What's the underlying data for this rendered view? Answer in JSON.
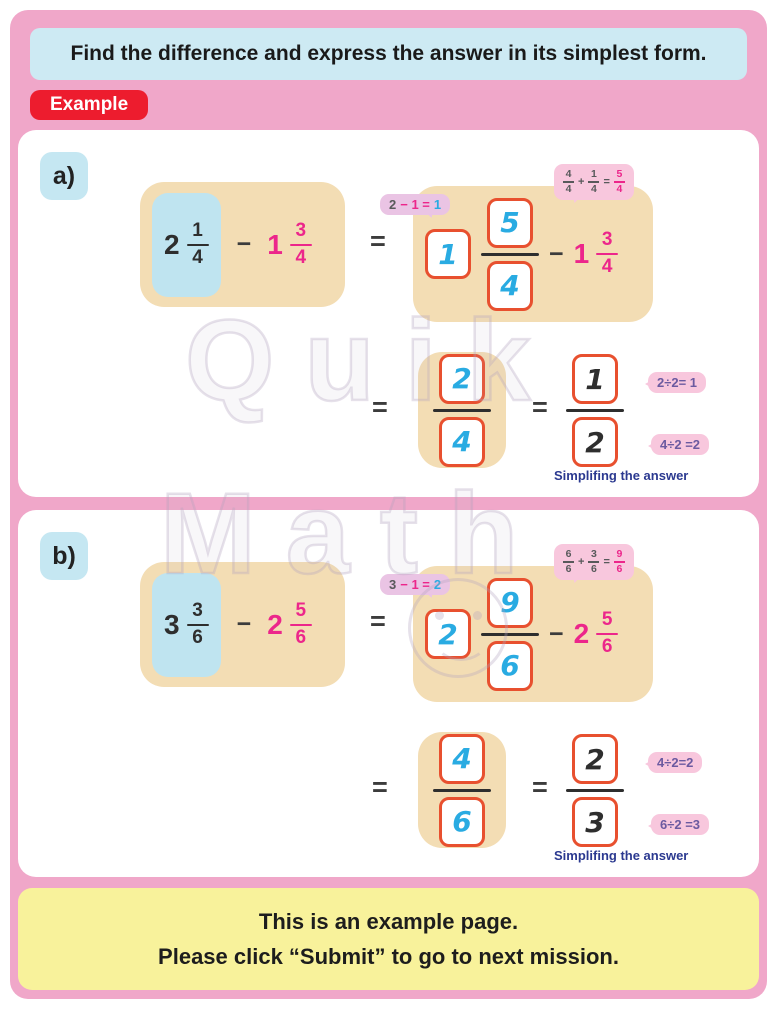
{
  "page": {
    "instruction": "Find the difference and express the answer in its simplest form.",
    "example_badge": "Example",
    "watermark": {
      "line1": "Quik",
      "line2": "Math"
    }
  },
  "ops": {
    "minus": "−",
    "equals": "=",
    "plus": "+"
  },
  "problems": [
    {
      "label": "a)",
      "minuend": {
        "whole": "2",
        "num": "1",
        "den": "4"
      },
      "subtrahend": {
        "whole": "1",
        "num": "3",
        "den": "4"
      },
      "borrow_bubble": {
        "lhs": "2",
        "mid": "− 1 =",
        "result": "1"
      },
      "carry_bubble": {
        "f1n": "4",
        "f1d": "4",
        "f2n": "1",
        "f2d": "4",
        "f3n": "5",
        "f3d": "4"
      },
      "converted": {
        "whole": "1",
        "num": "5",
        "den": "4"
      },
      "difference": {
        "num": "2",
        "den": "4"
      },
      "simplified": {
        "num": "1",
        "den": "2"
      },
      "divide_top": "2÷2= 1",
      "divide_bottom": "4÷2 =2",
      "caption": "Simplifing the answer"
    },
    {
      "label": "b)",
      "minuend": {
        "whole": "3",
        "num": "3",
        "den": "6"
      },
      "subtrahend": {
        "whole": "2",
        "num": "5",
        "den": "6"
      },
      "borrow_bubble": {
        "lhs": "3",
        "mid": "− 1 =",
        "result": "2"
      },
      "carry_bubble": {
        "f1n": "6",
        "f1d": "6",
        "f2n": "3",
        "f2d": "6",
        "f3n": "9",
        "f3d": "6"
      },
      "converted": {
        "whole": "2",
        "num": "9",
        "den": "6"
      },
      "difference": {
        "num": "4",
        "den": "6"
      },
      "simplified": {
        "num": "2",
        "den": "3"
      },
      "divide_top": "4÷2=2",
      "divide_bottom": "6÷2 =3",
      "caption": "Simplifing the answer"
    }
  ],
  "footer": {
    "line1": "This is an example page.",
    "line2": "Please click “Submit” to go to next mission."
  },
  "colors": {
    "page_pink": "#f0a7c9",
    "header_blue": "#cdeaf3",
    "badge_red": "#ed1c2e",
    "tan_box": "#f3ddb4",
    "highlight_blue": "#bfe4f0",
    "box_border_red": "#e8502f",
    "number_blue": "#29abe2",
    "number_pink": "#ec268b",
    "bubble_purple": "#eac4e4",
    "bubble_pink": "#f8c7dd",
    "caption_navy": "#2b3990",
    "footer_yellow": "#f8f29b"
  }
}
